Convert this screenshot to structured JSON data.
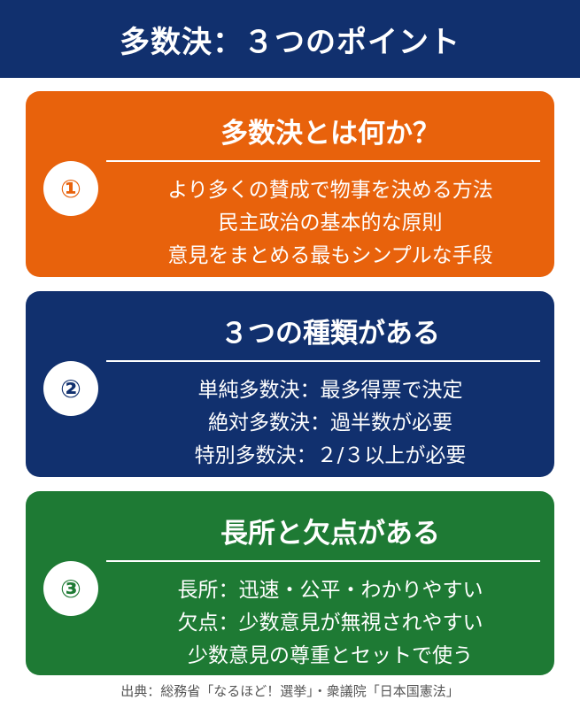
{
  "header": {
    "title": "多数決：３つのポイント",
    "bg": "#11306e"
  },
  "cards": [
    {
      "number": "①",
      "title": "多数決とは何か？",
      "color": "#e8620c",
      "lines": [
        "より多くの賛成で物事を決める方法",
        "民主政治の基本的な原則",
        "意見をまとめる最もシンプルな手段"
      ]
    },
    {
      "number": "②",
      "title": "３つの種類がある",
      "color": "#11306e",
      "lines": [
        "単純多数決：最多得票で決定",
        "絶対多数決：過半数が必要",
        "特別多数決：２/３以上が必要"
      ]
    },
    {
      "number": "③",
      "title": "長所と欠点がある",
      "color": "#1e7a34",
      "lines": [
        "長所：迅速・公平・わかりやすい",
        "欠点：少数意見が無視されやすい",
        "少数意見の尊重とセットで使う"
      ]
    }
  ],
  "source": "出典：総務省「なるほど！選挙」・衆議院「日本国憲法」"
}
